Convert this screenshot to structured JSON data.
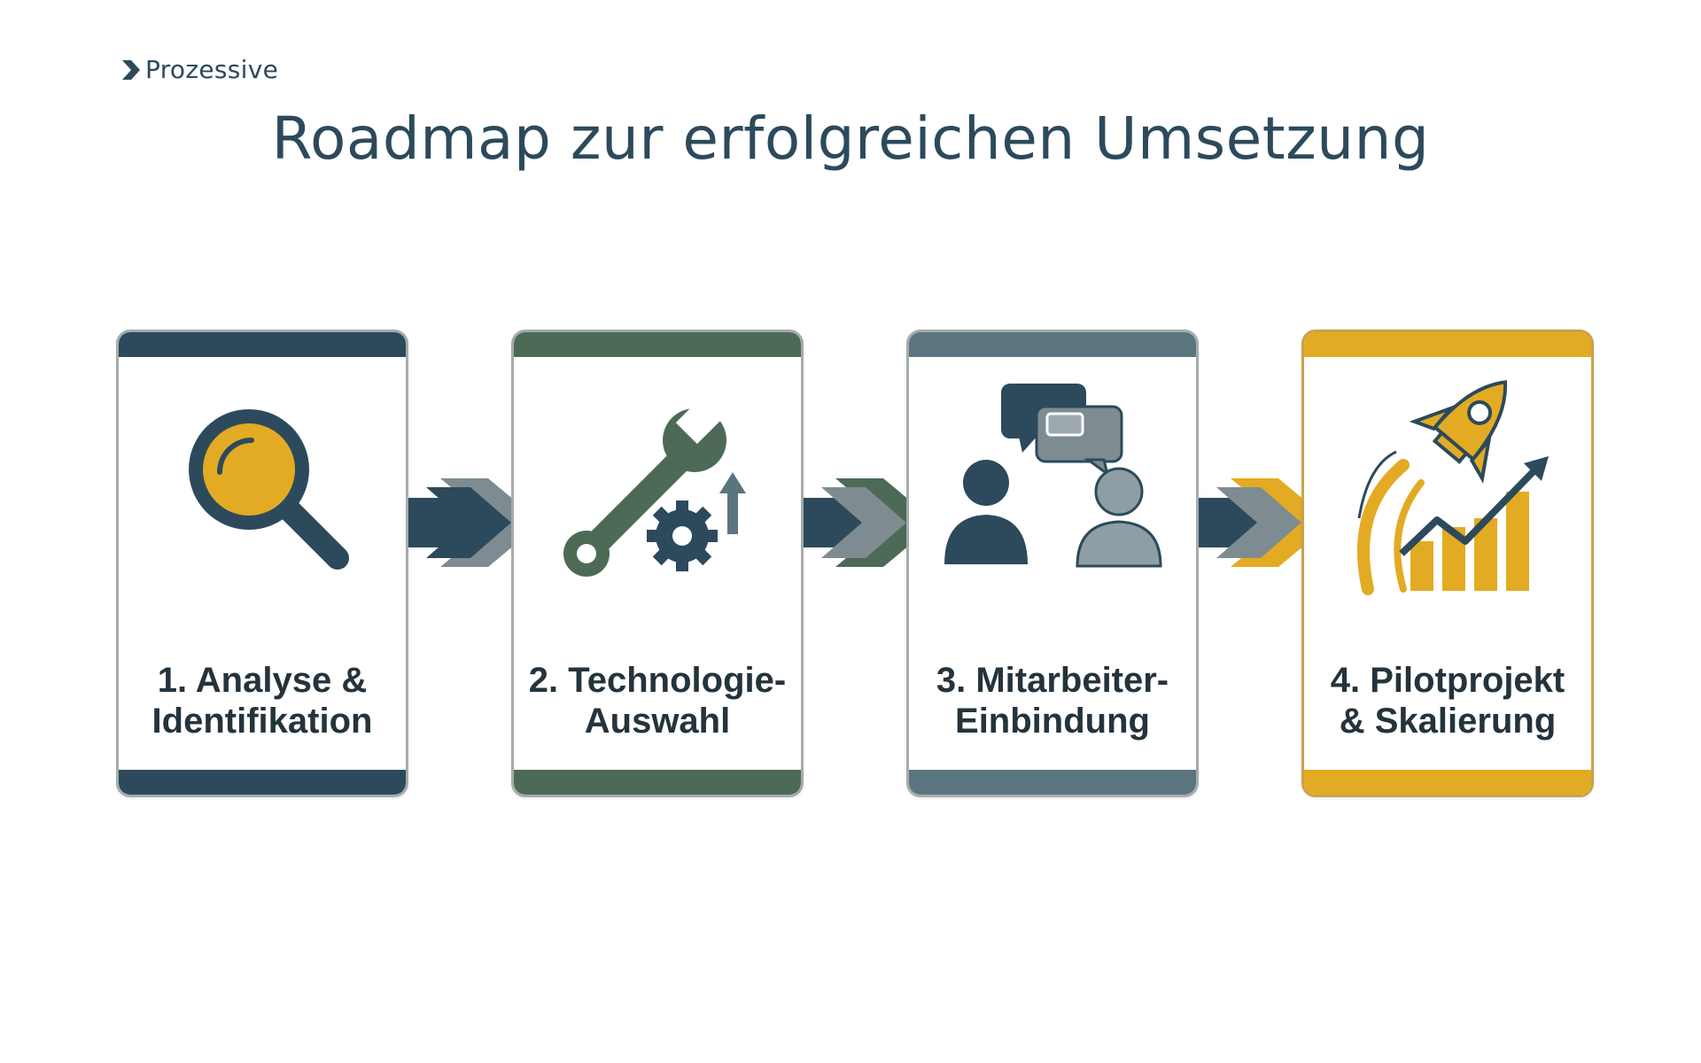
{
  "brand": {
    "name": "Prozessive",
    "logo_icon": "chevron-right-icon"
  },
  "title": "Roadmap zur erfolgreichen Umsetzung",
  "colors": {
    "dark_blue": "#2c4a5c",
    "olive": "#4d6a57",
    "slate": "#5a7580",
    "gold": "#e3ab24",
    "text": "#24333c"
  },
  "steps": [
    {
      "label": "1. Analyse &\nIdentifikation",
      "icon": "magnifier-icon",
      "color": "#2c4a5c"
    },
    {
      "label": "2. Technologie-\nAuswahl",
      "icon": "wrench-gear-icon",
      "color": "#4d6a57"
    },
    {
      "label": "3. Mitarbeiter-\nEinbindung",
      "icon": "people-chat-icon",
      "color": "#5a7580"
    },
    {
      "label": "4. Pilotprojekt\n& Skalierung",
      "icon": "rocket-growth-icon",
      "color": "#e3ab24"
    }
  ]
}
